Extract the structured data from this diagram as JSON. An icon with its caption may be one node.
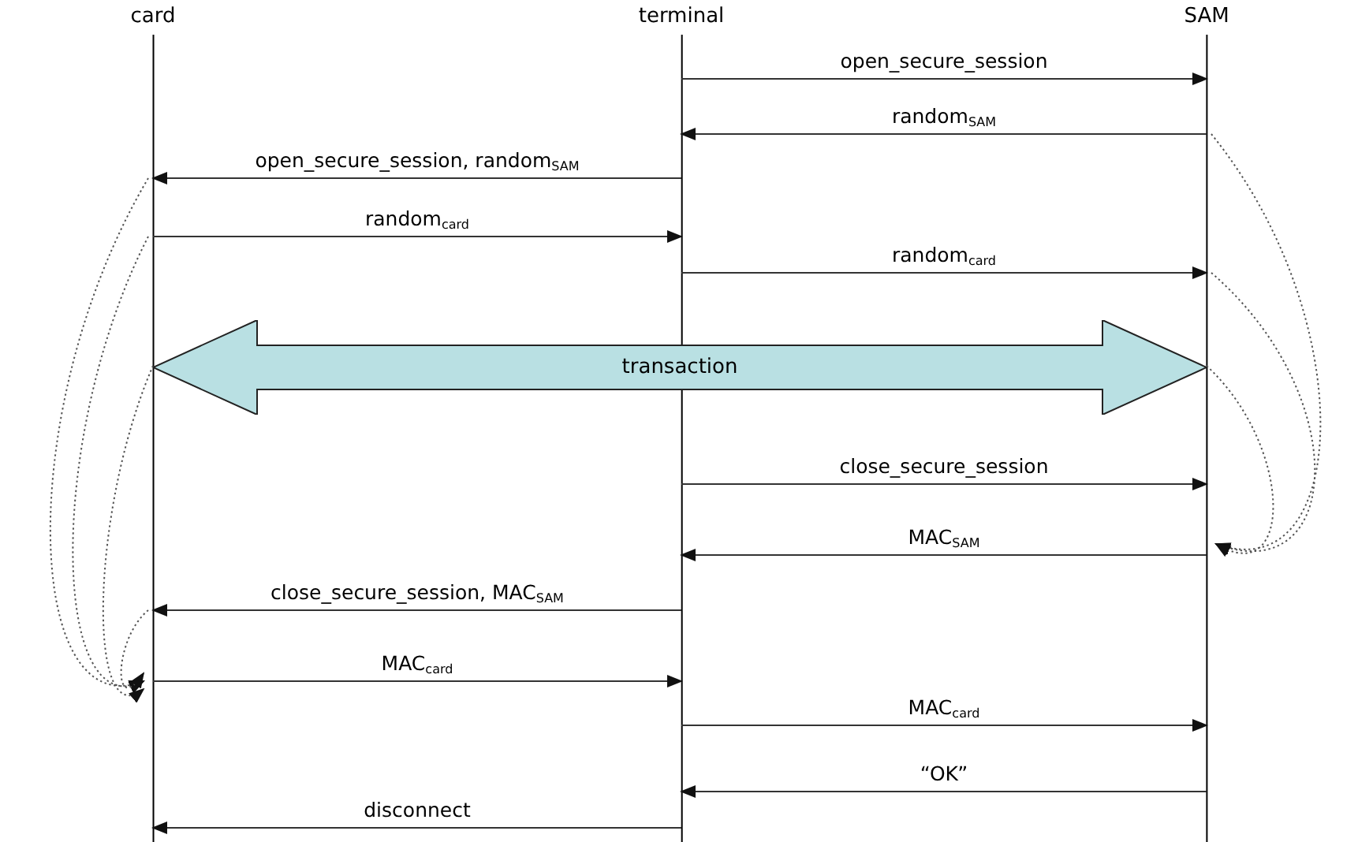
{
  "diagram": {
    "nodes": [
      {
        "text": [
          "card"
        ]
      },
      {
        "text": [
          "terminal"
        ]
      },
      {
        "text": [
          "SAM"
        ]
      },
      {
        "text": [
          "transaction"
        ]
      }
    ],
    "edges": [
      {
        "from": 1,
        "to": 2,
        "arrow": "to",
        "label": "open_secure_session"
      },
      {
        "from": 2,
        "to": 1,
        "arrow": "to",
        "label": "random$_{SAM}$"
      },
      {
        "from": 1,
        "to": 0,
        "arrow": "to",
        "label": "open_secure_session, random$_{SAM}$"
      },
      {
        "from": 0,
        "to": 1,
        "arrow": "to",
        "label": "random$_{card}$"
      },
      {
        "from": 1,
        "to": 2,
        "arrow": "to",
        "label": "random$_{card}$"
      },
      {
        "from": 1,
        "to": 2,
        "arrow": "to",
        "label": "close_secure_session"
      },
      {
        "from": 2,
        "to": 1,
        "arrow": "to",
        "label": "MAC$_{SAM}$"
      },
      {
        "from": 1,
        "to": 0,
        "arrow": "to",
        "label": "close_secure_session, MAC$_{SAM}$"
      },
      {
        "from": 0,
        "to": 1,
        "arrow": "to",
        "label": "MAC$_{card}$"
      },
      {
        "from": 1,
        "to": 2,
        "arrow": "to",
        "label": "MAC$_{card}$"
      },
      {
        "from": 2,
        "to": 1,
        "arrow": "to",
        "label": "“OK”"
      },
      {
        "from": 1,
        "to": 0,
        "arrow": "to",
        "label": "disconnect"
      },
      {
        "from": 0,
        "to": 0,
        "arrow": "to",
        "style": "dashed"
      },
      {
        "from": 0,
        "to": 0,
        "arrow": "to",
        "style": "dashed"
      },
      {
        "from": 3,
        "to": 0,
        "arrow": "to",
        "style": "dashed"
      },
      {
        "from": 0,
        "to": 0,
        "arrow": "to",
        "style": "dashed"
      },
      {
        "from": 2,
        "to": 2,
        "arrow": "to",
        "style": "dashed"
      },
      {
        "from": 2,
        "to": 2,
        "arrow": "to",
        "style": "dashed"
      },
      {
        "from": 3,
        "to": 2,
        "arrow": "to",
        "style": "dashed"
      }
    ]
  }
}
